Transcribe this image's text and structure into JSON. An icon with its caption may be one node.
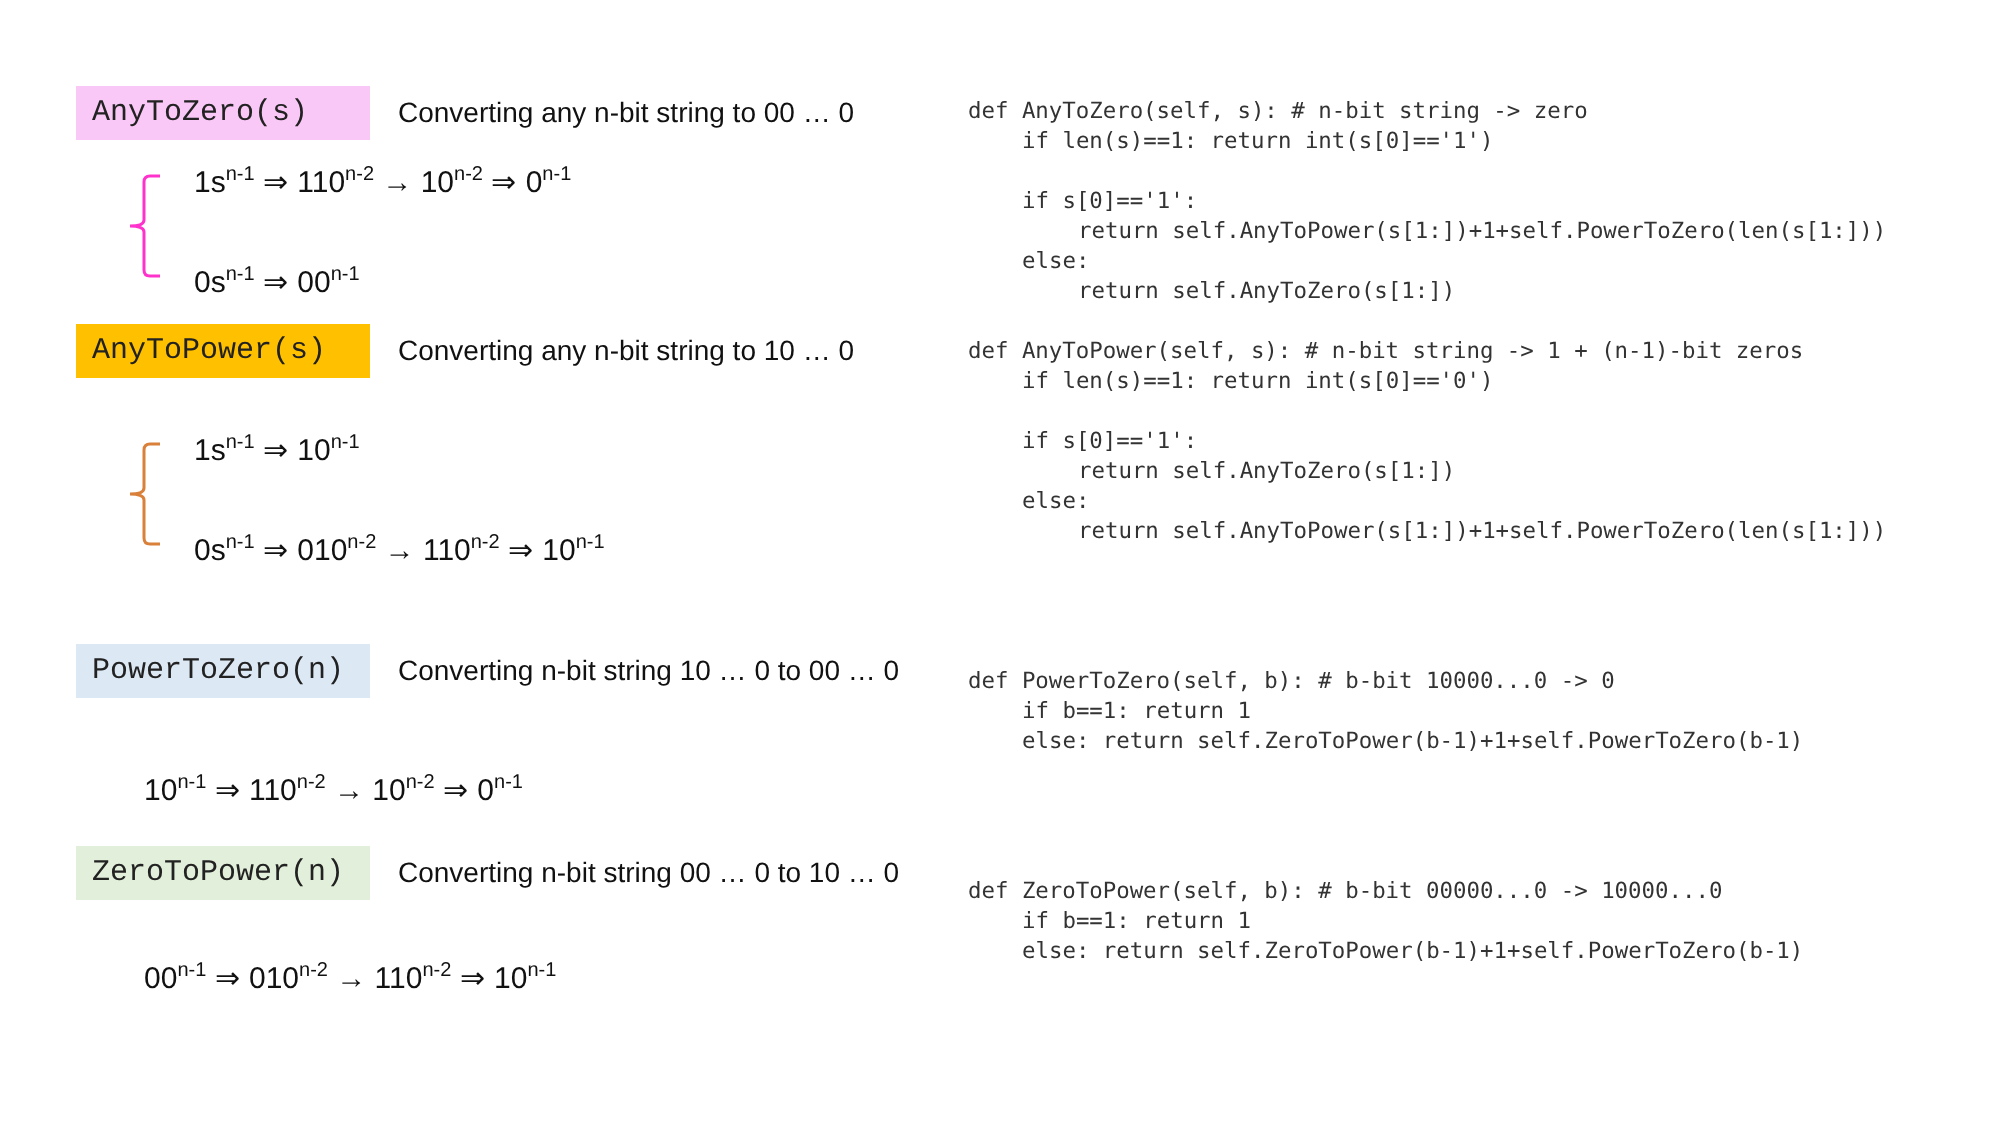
{
  "diagram": {
    "nodes": [
      {
        "text": [
          "AnyToZero(s)"
        ],
        "beside": [
          "Converting any n-bit string to 00 … 0"
        ]
      },
      {
        "text": [
          "AnyToPower(s)"
        ],
        "beside": [
          "Converting any n-bit string to 10 … 0"
        ]
      },
      {
        "text": [
          "PowerToZero(n)"
        ],
        "beside": [
          "Converting n-bit string 10 … 0 to 00 … 0"
        ]
      },
      {
        "text": [
          "ZeroToPower(n)"
        ],
        "beside": [
          "Converting n-bit string 00 … 0 to 10 … 0"
        ]
      }
    ],
    "edges": [],
    "labels": [
      "1s$^{n-1}$ ⇒ 110$^{n-2}$ → 10$^{n-2}$ ⇒ 0$^{n-1}$",
      "0s$^{n-1}$ ⇒ 00$^{n-1}$",
      "1s$^{n-1}$ ⇒ 10$^{n-1}$",
      "0s$^{n-1}$ ⇒ 010$^{n-2}$ → 110$^{n-2}$ ⇒ 10$^{n-1}$",
      "10$^{n-1}$ ⇒ 110$^{n-2}$ → 10$^{n-2}$ ⇒ 0$^{n-1}$",
      "00$^{n-1}$ ⇒ 010$^{n-2}$ → 110$^{n-2}$ ⇒ 10$^{n-1}$",
      "def AnyToZero(self, s): # n-bit string -> zero",
      "if len(s)==1: return int(s[0]=='1')",
      "if s[0]=='1':",
      "return self.AnyToPower(s[1:])+1+self.PowerToZero(len(s[1:]))",
      "else:",
      "return self.AnyToZero(s[1:])",
      "def AnyToPower(self, s): # n-bit string -> 1 + (n-1)-bit zeros",
      "if len(s)==1: return int(s[0]=='0')",
      "if s[0]=='1':",
      "return self.AnyToZero(s[1:])",
      "else:",
      "return self.AnyToPower(s[1:])+1+self.PowerToZero(len(s[1:]))",
      "def PowerToZero(self, b): # b-bit 10000...0 -> 0",
      "if b==1: return 1",
      "else: return self.ZeroToPower(b-1)+1+self.PowerToZero(b-1)",
      "def ZeroToPower(self, b): # b-bit 00000...0 -> 10000...0",
      "if b==1: return 1",
      "else: return self.ZeroToPower(b-1)+1+self.PowerToZero(b-1)"
    ]
  }
}
